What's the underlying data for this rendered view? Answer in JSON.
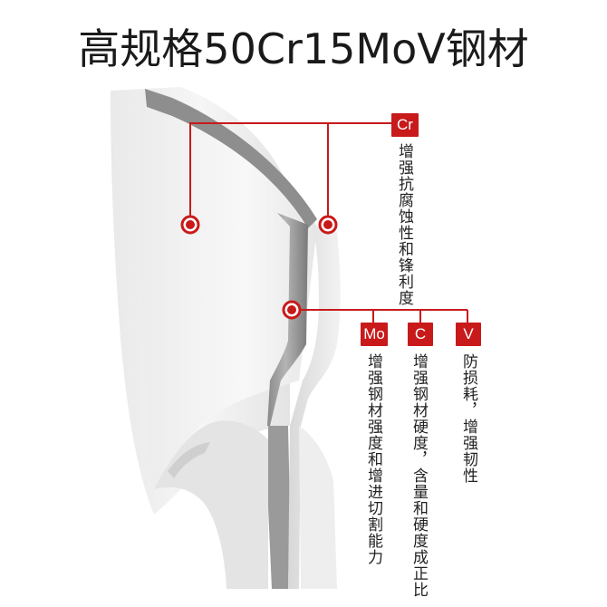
{
  "title": "高规格50Cr15MoV钢材",
  "elements": {
    "cr": {
      "tag": "Cr",
      "desc": "增强抗腐蚀性和锋利度"
    },
    "mo": {
      "tag": "Mo",
      "desc": "增强钢材强度和增进切割能力"
    },
    "c": {
      "tag": "C",
      "desc": "增强钢材硬度，含量和硬度成正比"
    },
    "v": {
      "tag": "V",
      "desc": "防损耗，增强韧性"
    }
  },
  "colors": {
    "accent": "#c81a1a",
    "text": "#222222",
    "line": "#c81a1a"
  }
}
